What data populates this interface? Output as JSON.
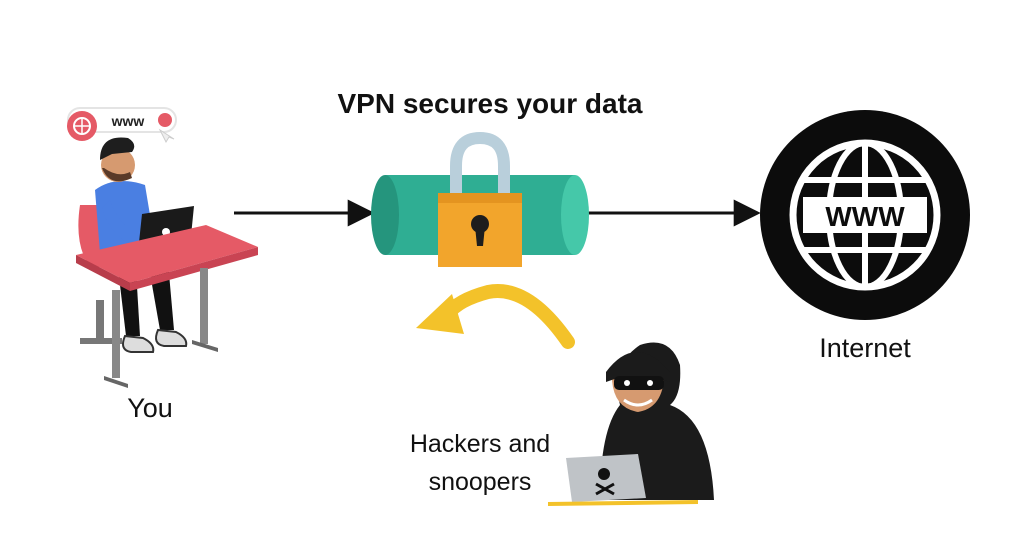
{
  "title": "VPN secures your data",
  "nodes": {
    "you": "You",
    "internet": "Internet",
    "hackers": "Hackers and snoopers"
  },
  "icons": {
    "user": "person-at-laptop-icon",
    "browser_bar": "www-browser-bar-icon",
    "tunnel": "vpn-tunnel-icon",
    "lock": "padlock-icon",
    "globe": "www-globe-icon",
    "hacker": "hooded-hacker-icon",
    "blocked_arrow": "deflected-arrow-icon"
  },
  "colors": {
    "tunnel": "#2fae93",
    "lock_body": "#f2a52c",
    "lock_shackle": "#b9cfdb",
    "globe": "#0c0c0c",
    "desk": "#e55a66",
    "shirt": "#4a7fe2",
    "blocked_arrow": "#f3c22a"
  },
  "globe_text": "WWW",
  "browser_text": "www"
}
